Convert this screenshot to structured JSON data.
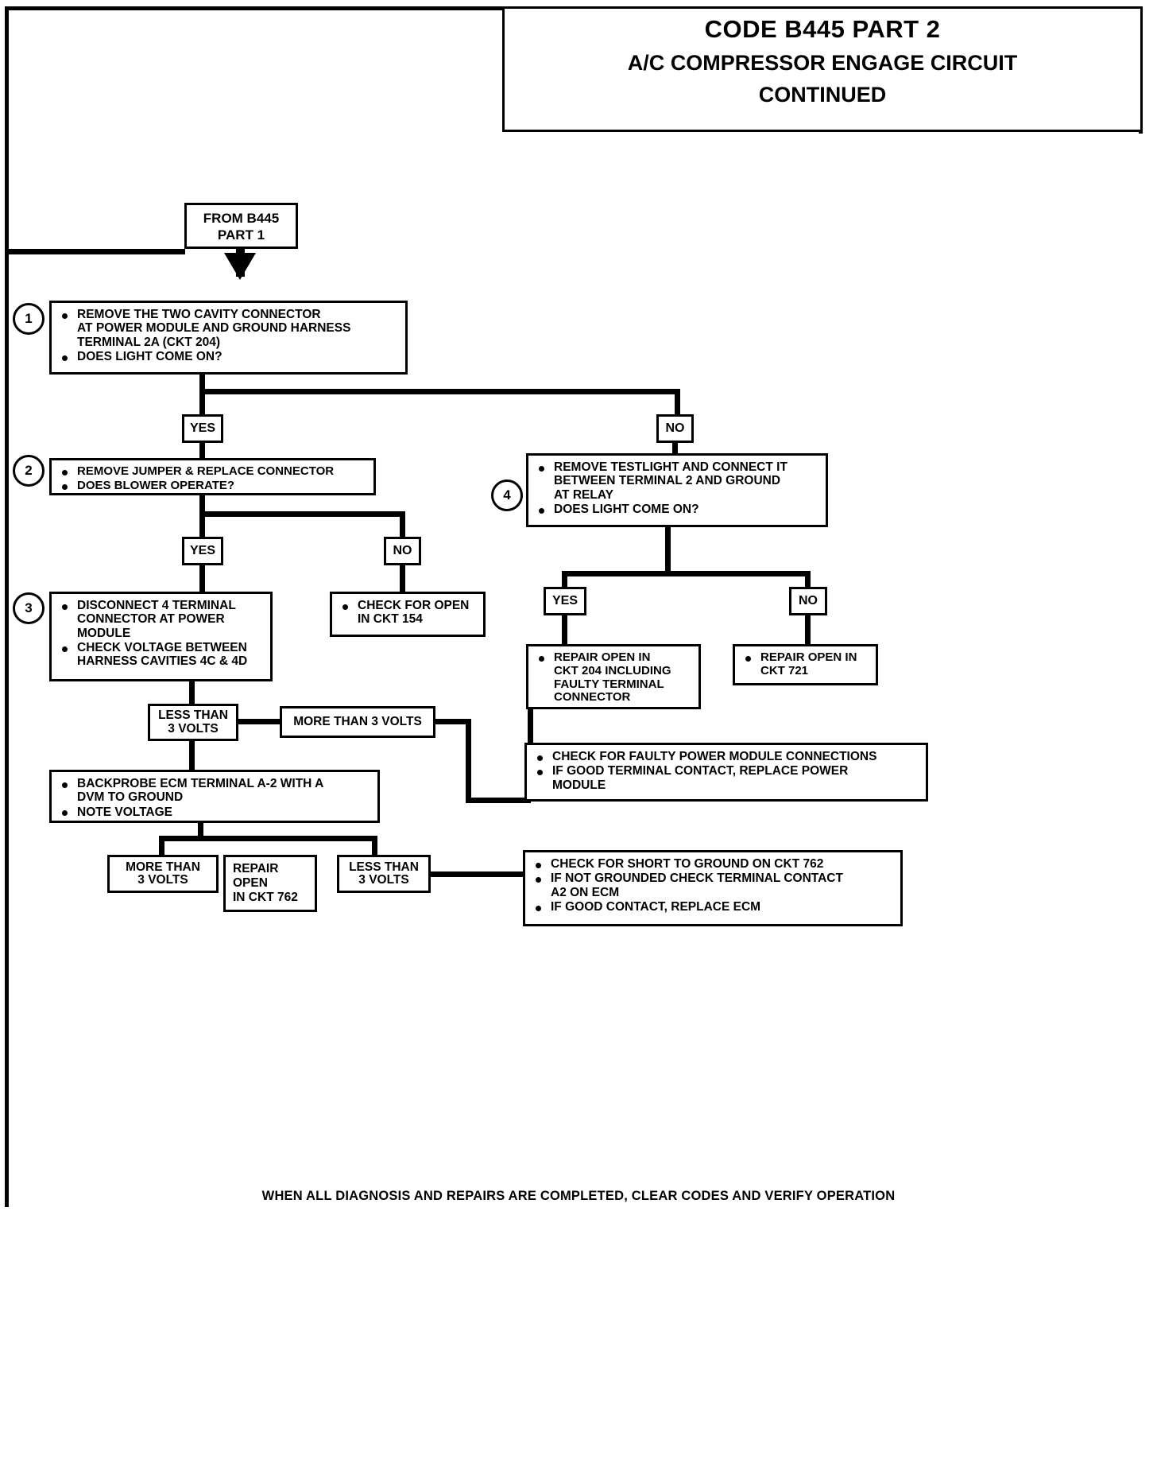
{
  "title": {
    "line1": "CODE B445 PART 2",
    "line2": "A/C COMPRESSOR ENGAGE CIRCUIT",
    "line3": "CONTINUED"
  },
  "entry": {
    "line1": "FROM B445",
    "line2": "PART 1"
  },
  "steps": {
    "n1": "1",
    "n2": "2",
    "n3": "3",
    "n4": "4"
  },
  "step1": {
    "b1_l1": "REMOVE THE TWO CAVITY CONNECTOR",
    "b1_l2": "AT POWER MODULE AND GROUND HARNESS",
    "b1_l3": "TERMINAL 2A (CKT 204)",
    "b2": "DOES LIGHT COME ON?"
  },
  "step2": {
    "b1": "REMOVE JUMPER & REPLACE CONNECTOR",
    "b2": "DOES BLOWER OPERATE?"
  },
  "step3": {
    "b1_l1": "DISCONNECT 4 TERMINAL",
    "b1_l2": "CONNECTOR AT POWER",
    "b1_l3": "MODULE",
    "b2_l1": "CHECK VOLTAGE BETWEEN",
    "b2_l2": "HARNESS CAVITIES 4C & 4D"
  },
  "step4": {
    "b1_l1": "REMOVE TESTLIGHT AND CONNECT IT",
    "b1_l2": "BETWEEN TERMINAL 2 AND GROUND",
    "b1_l3": "AT RELAY",
    "b2": "DOES LIGHT COME ON?"
  },
  "labels": {
    "yes1": "YES",
    "no1": "NO",
    "yes2": "YES",
    "no2": "NO",
    "yes3": "YES",
    "no3": "NO",
    "less_than_3v_a_l1": "LESS THAN",
    "less_than_3v_a_l2": "3 VOLTS",
    "more_than_3v_a": "MORE THAN 3 VOLTS",
    "more_than_3v_b_l1": "MORE THAN",
    "more_than_3v_b_l2": "3 VOLTS",
    "less_than_3v_b_l1": "LESS THAN",
    "less_than_3v_b_l2": "3 VOLTS"
  },
  "check_open_154": {
    "l1": "CHECK FOR OPEN",
    "l2": "IN CKT 154"
  },
  "repair_open_204": {
    "l1": "REPAIR OPEN IN",
    "l2": "CKT 204 INCLUDING",
    "l3": "FAULTY TERMINAL",
    "l4": "CONNECTOR"
  },
  "repair_open_721": {
    "l1": "REPAIR OPEN IN",
    "l2": "CKT 721"
  },
  "power_module_check": {
    "b1": "CHECK FOR FAULTY POWER MODULE CONNECTIONS",
    "b2_l1": "IF GOOD TERMINAL CONTACT, REPLACE POWER",
    "b2_l2": "MODULE"
  },
  "backprobe": {
    "b1_l1": "BACKPROBE ECM TERMINAL  A-2  WITH  A",
    "b1_l2": "DVM TO GROUND",
    "b2": "NOTE  VOLTAGE"
  },
  "repair_open_762": {
    "l1": "REPAIR",
    "l2": "OPEN",
    "l3": "IN CKT 762"
  },
  "short_to_ground": {
    "b1": "CHECK FOR SHORT TO GROUND ON CKT 762",
    "b2_l1": "IF NOT GROUNDED CHECK TERMINAL CONTACT",
    "b2_l2": "A2 ON ECM",
    "b3": "IF GOOD CONTACT, REPLACE ECM"
  },
  "footer": "WHEN ALL DIAGNOSIS AND REPAIRS ARE COMPLETED, CLEAR CODES AND VERIFY OPERATION",
  "colors": {
    "ink": "#000000",
    "paper": "#ffffff"
  }
}
